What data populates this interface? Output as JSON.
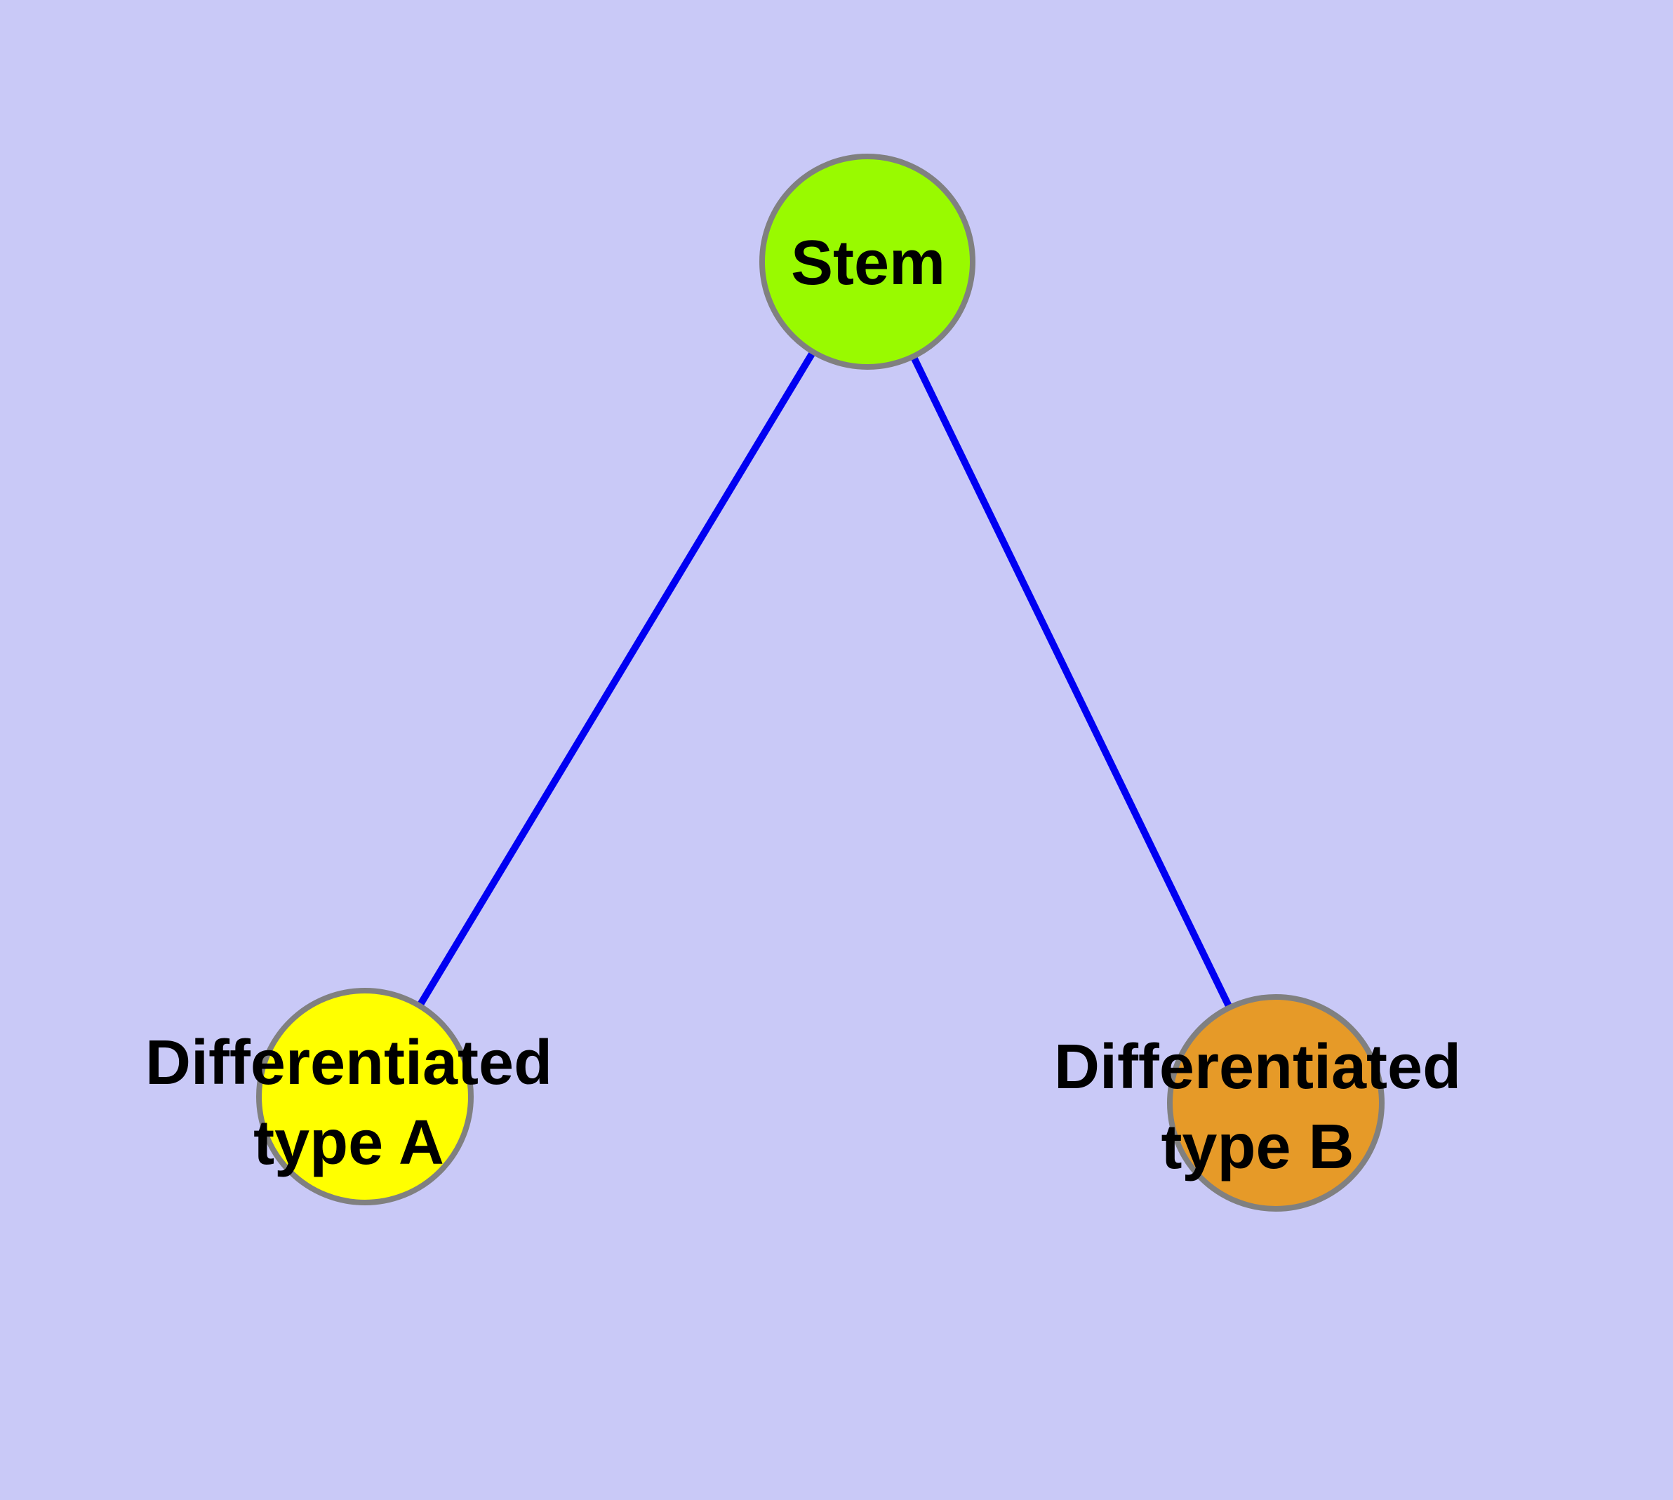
{
  "diagram": {
    "background_color": "#c9c9f7",
    "edge_color": "#0000f2",
    "node_border_color": "#808080",
    "label_color": "#000000",
    "nodes": {
      "stem": {
        "label": "Stem",
        "fill_color": "#99fa00"
      },
      "type_a": {
        "label": "Differentiated\ntype A",
        "fill_color": "#ffff00"
      },
      "type_b": {
        "label": "Differentiated\ntype B",
        "fill_color": "#e69a28"
      }
    },
    "edges": [
      {
        "from": "Stem",
        "to": "Differentiated type A"
      },
      {
        "from": "Stem",
        "to": "Differentiated type B"
      }
    ]
  }
}
